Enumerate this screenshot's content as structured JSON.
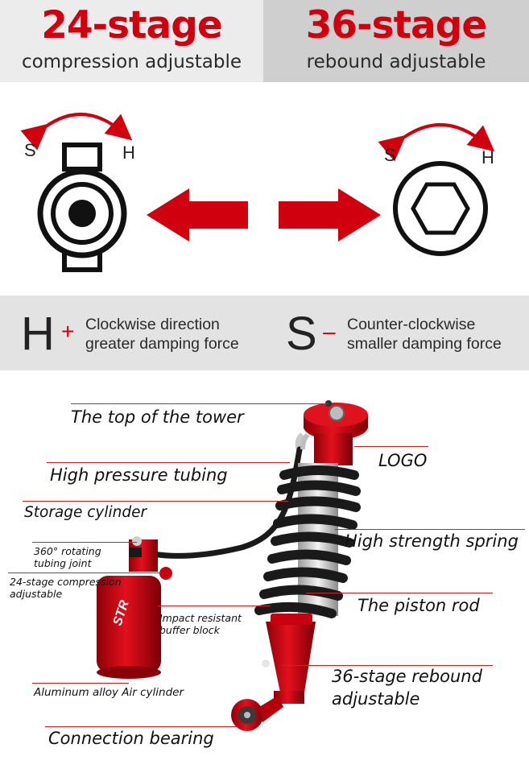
{
  "header": {
    "left": {
      "title": "24-stage",
      "subtitle": "compression adjustable"
    },
    "right": {
      "title": "36-stage",
      "subtitle": "rebound adjustable"
    }
  },
  "diagram": {
    "left_knob": {
      "soft": "S",
      "hard": "H"
    },
    "right_knob": {
      "soft": "S",
      "hard": "H"
    }
  },
  "legend": {
    "h": {
      "letter": "H",
      "sign": "+",
      "line1": "Clockwise direction",
      "line2": "greater damping force"
    },
    "s": {
      "letter": "S",
      "sign": "–",
      "line1": "Counter-clockwise",
      "line2": "smaller damping force"
    }
  },
  "callouts": {
    "tower_top": "The top of the tower",
    "tubing": "High pressure tubing",
    "logo": "LOGO",
    "storage": "Storage cylinder",
    "joint_1": "360° rotating",
    "joint_2": "tubing joint",
    "spring": "High strength spring",
    "compression_1": "24-stage compression",
    "compression_2": "adjustable",
    "piston": "The piston rod",
    "buffer_1": "Impact resistant",
    "buffer_2": "buffer block",
    "rebound_1": "36-stage rebound",
    "rebound_2": "adjustable",
    "aluminum": "Aluminum alloy Air cylinder",
    "bearing": "Connection bearing"
  },
  "product": {
    "brand": "STR"
  },
  "colors": {
    "accent_red": "#d0000f",
    "header_light": "#ececec",
    "header_dark": "#cfcfcf",
    "legend_band": "#e3e3e3"
  }
}
